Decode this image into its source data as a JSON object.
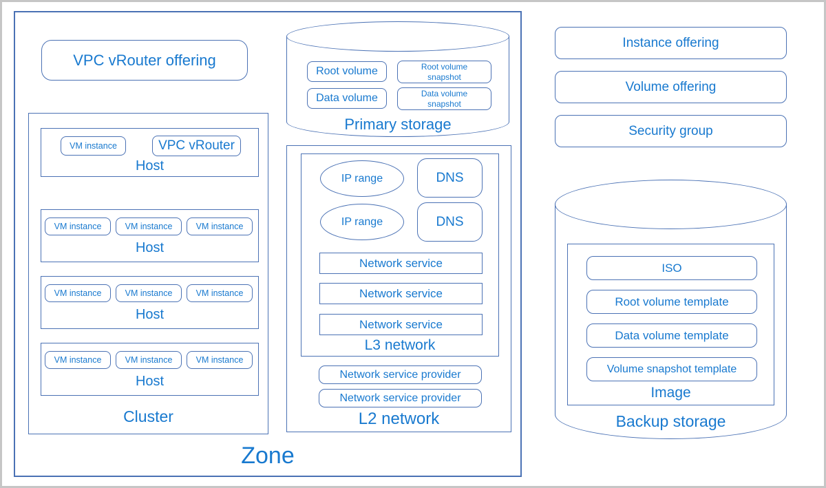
{
  "colors": {
    "border": "#4a71b4",
    "text": "#1879cf",
    "frame": "#c6c6c6",
    "background": "#ffffff"
  },
  "zone": {
    "label": "Zone",
    "vpc_vrouter_offering": "VPC vRouter offering",
    "cluster": {
      "label": "Cluster",
      "hosts": [
        {
          "label": "Host",
          "items": [
            "VM instance",
            "VPC vRouter"
          ]
        },
        {
          "label": "Host",
          "items": [
            "VM instance",
            "VM instance",
            "VM instance"
          ]
        },
        {
          "label": "Host",
          "items": [
            "VM instance",
            "VM instance",
            "VM instance"
          ]
        },
        {
          "label": "Host",
          "items": [
            "VM instance",
            "VM instance",
            "VM instance"
          ]
        }
      ]
    },
    "primary_storage": {
      "label": "Primary storage",
      "items": [
        "Root volume",
        "Root volume snapshot",
        "Data volume",
        "Data volume snapshot"
      ]
    },
    "l2_network": {
      "label": "L2 network",
      "l3_network": {
        "label": "L3 network",
        "ip_ranges": [
          "IP range",
          "IP range"
        ],
        "dns": [
          "DNS",
          "DNS"
        ],
        "network_services": [
          "Network service",
          "Network service",
          "Network service"
        ]
      },
      "providers": [
        "Network service provider",
        "Network service provider"
      ]
    }
  },
  "right_panel": {
    "offerings": [
      "Instance offering",
      "Volume offering",
      "Security group"
    ],
    "backup_storage": {
      "label": "Backup storage",
      "image": {
        "label": "Image",
        "items": [
          "ISO",
          "Root volume template",
          "Data volume template",
          "Volume snapshot template"
        ]
      }
    }
  }
}
